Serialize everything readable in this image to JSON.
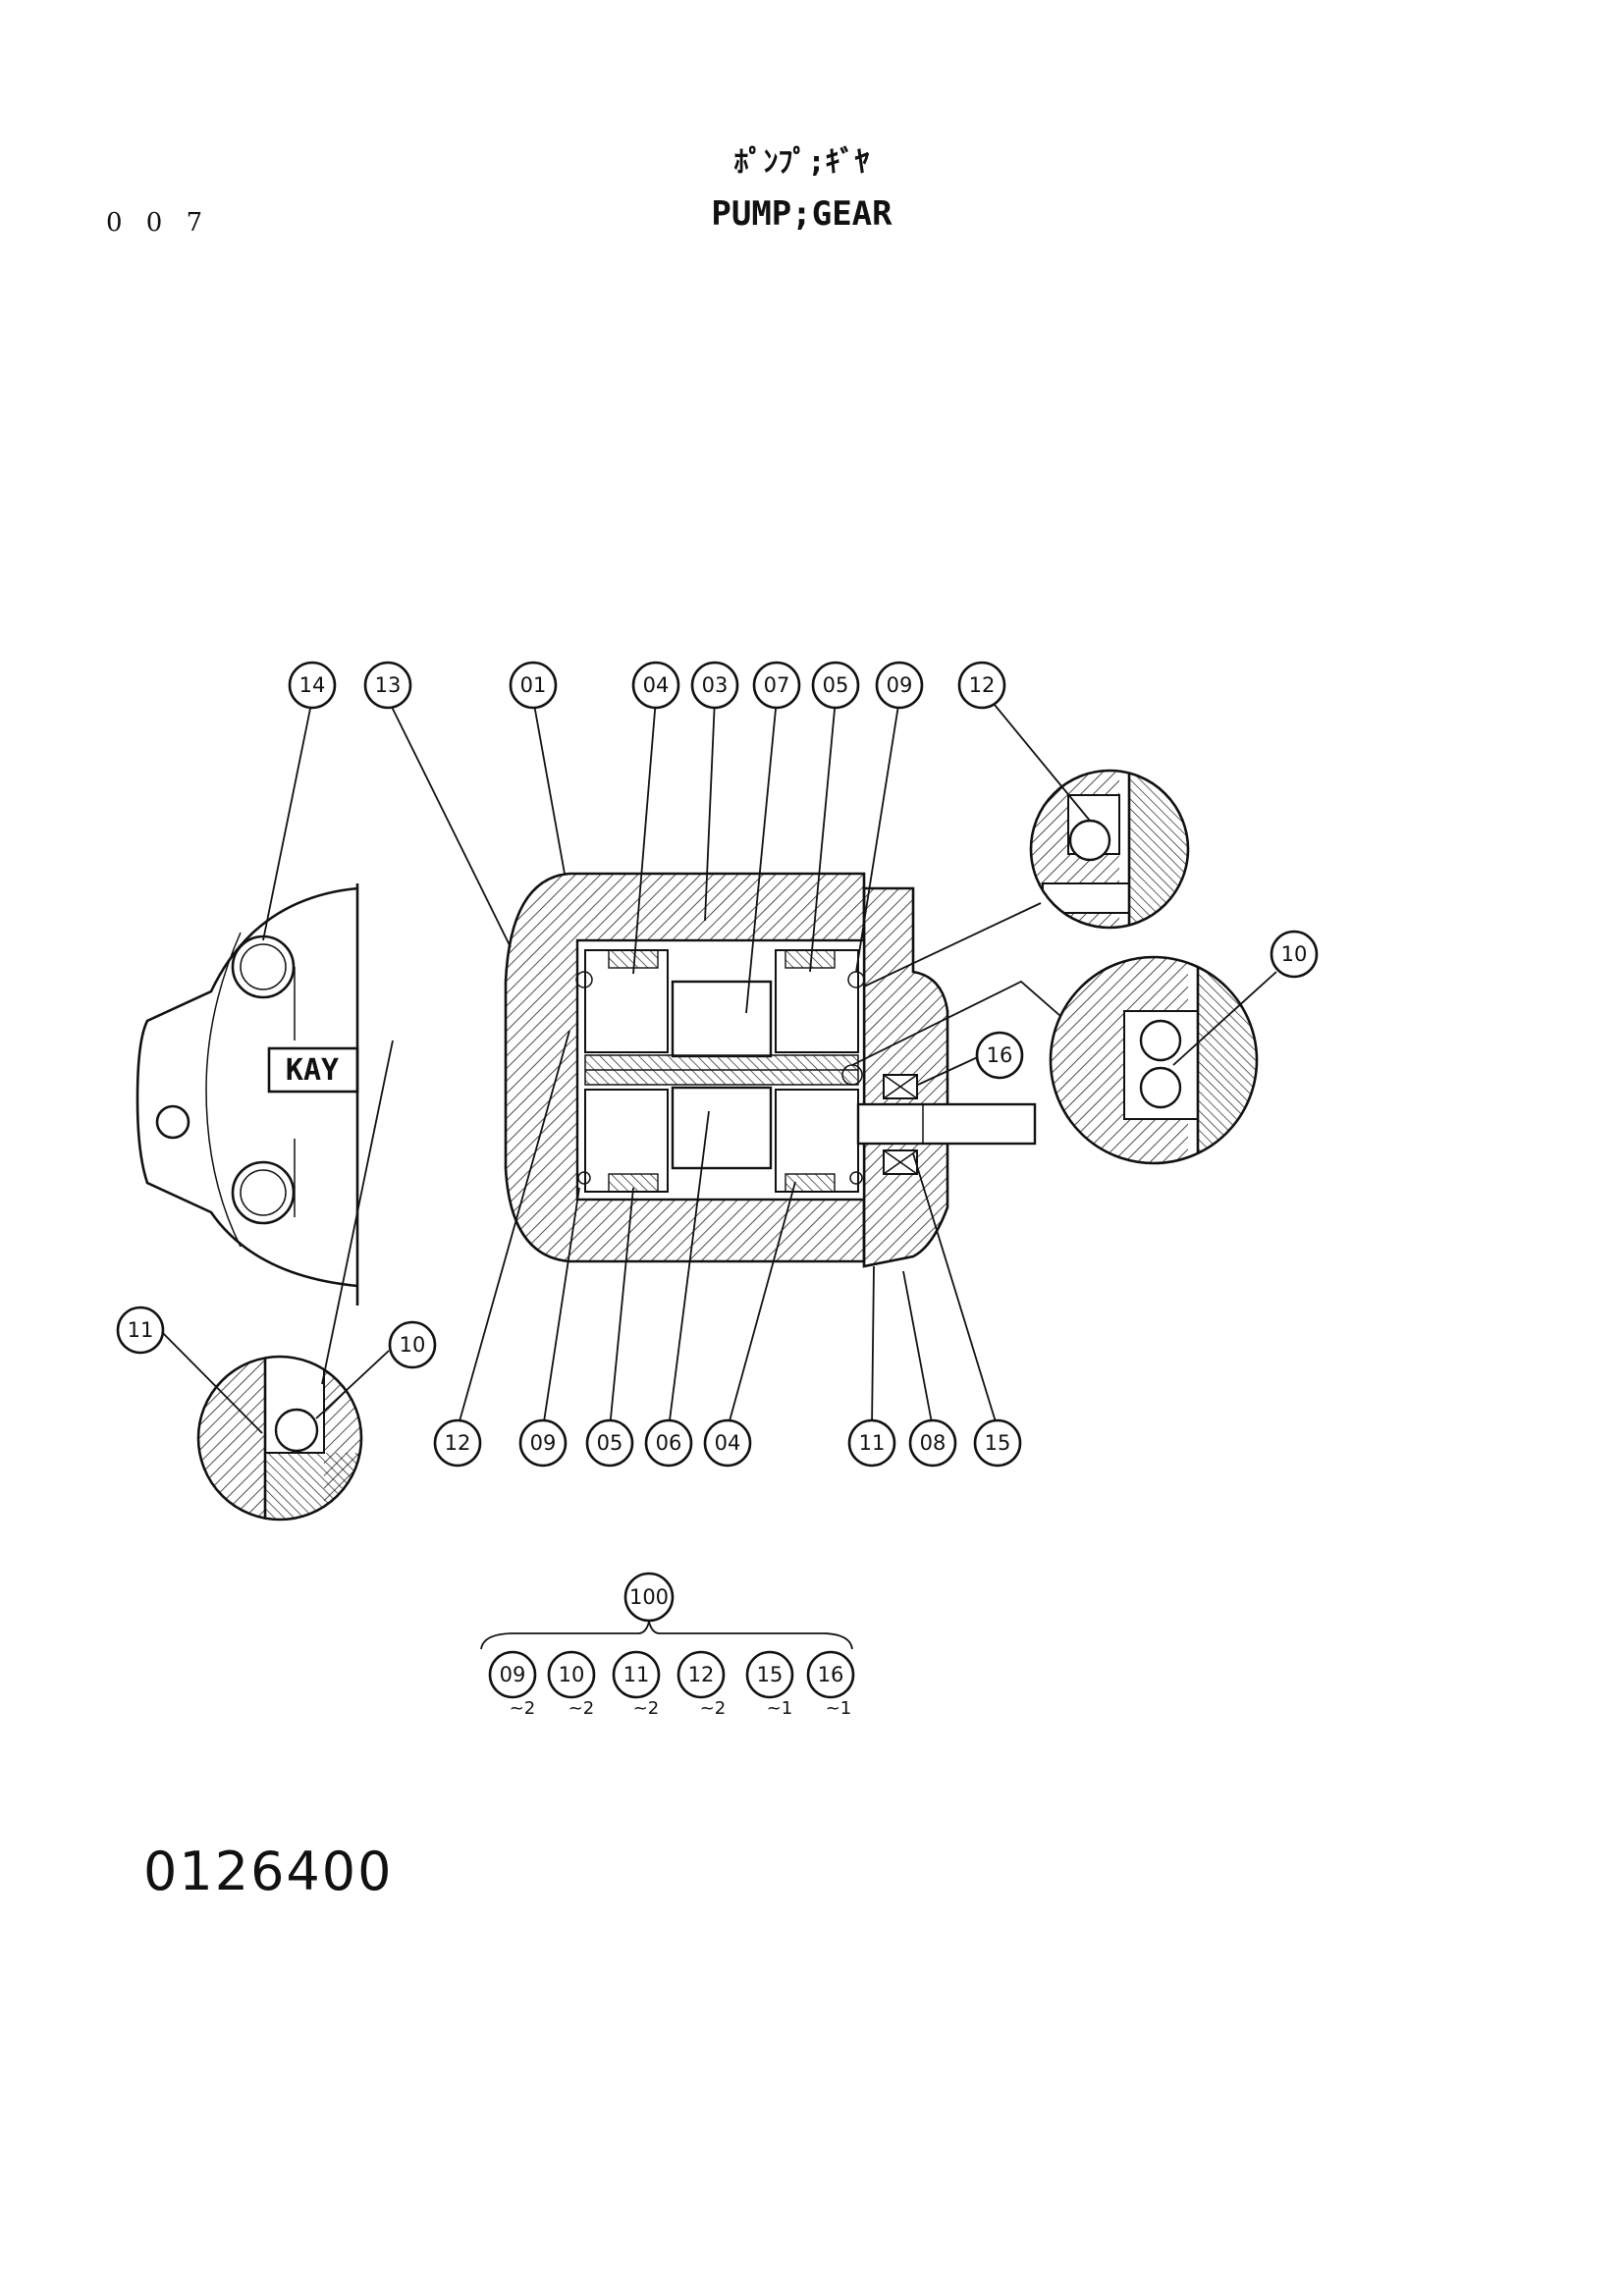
{
  "page_number": "0 0 7",
  "title_kana": "ﾎﾟﾝﾌﾟ;ｷﾞﾔ",
  "title_en": "PUMP;GEAR",
  "drawing_number": "0126400",
  "housing_marking": "KAY",
  "callouts_top": [
    "14",
    "13",
    "01",
    "04",
    "03",
    "07",
    "05",
    "09",
    "12"
  ],
  "callouts_right": [
    "10",
    "16"
  ],
  "callouts_bottom": [
    "12",
    "09",
    "05",
    "06",
    "04",
    "11",
    "08",
    "15"
  ],
  "callouts_detail": [
    "11",
    "10"
  ],
  "kit": {
    "label": "100",
    "items": [
      {
        "no": "09",
        "qty": "~2"
      },
      {
        "no": "10",
        "qty": "~2"
      },
      {
        "no": "11",
        "qty": "~2"
      },
      {
        "no": "12",
        "qty": "~2"
      },
      {
        "no": "15",
        "qty": "~1"
      },
      {
        "no": "16",
        "qty": "~1"
      }
    ]
  }
}
